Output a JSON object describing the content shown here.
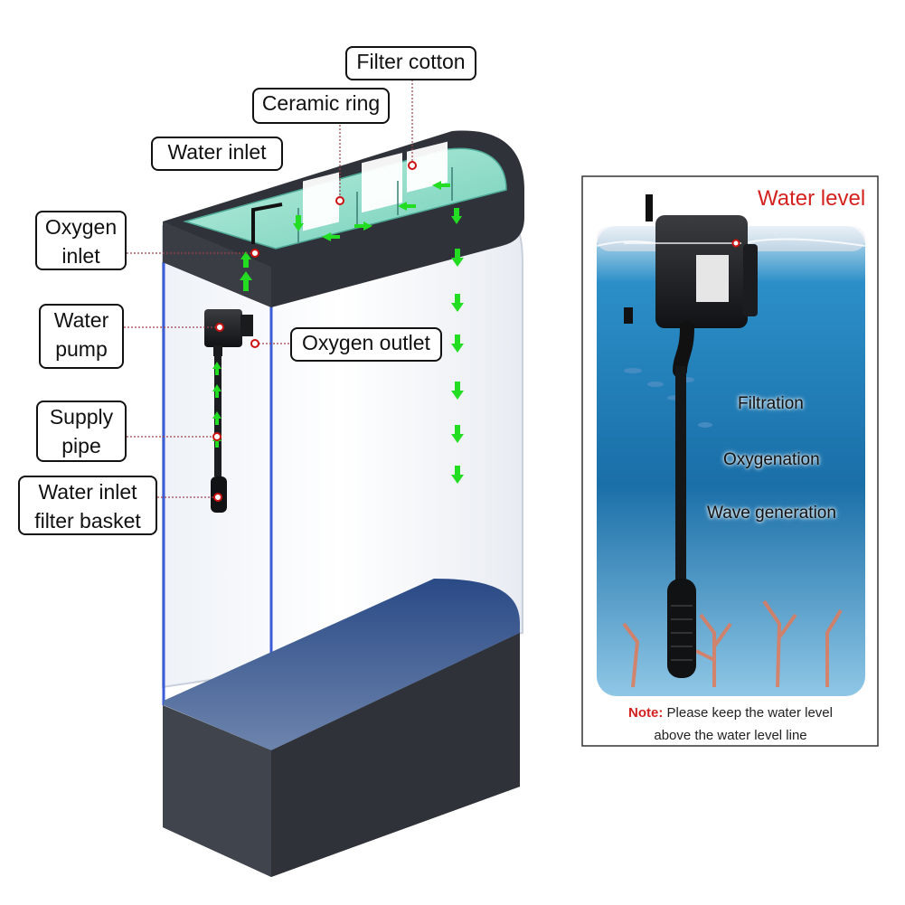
{
  "labels": {
    "filter_cotton": "Filter cotton",
    "ceramic_ring": "Ceramic ring",
    "water_inlet": "Water inlet",
    "oxygen_inlet": [
      "Oxygen",
      "inlet"
    ],
    "water_pump": [
      "Water",
      "pump"
    ],
    "oxygen_outlet": "Oxygen outlet",
    "supply_pipe": [
      "Supply",
      "pipe"
    ],
    "water_inlet_filter_basket": [
      "Water inlet",
      "filter basket"
    ]
  },
  "panel": {
    "water_level": "Water level",
    "functions": [
      "Filtration",
      "Oxygenation",
      "Wave generation"
    ],
    "note_label": "Note:",
    "note_line1": "Please keep the water level",
    "note_line2": "above the water level line"
  },
  "colors": {
    "arrow_green": "#22dd22",
    "marker_red": "#cc1111",
    "water_level_red": "#d3221f",
    "tank_dark": "#3a3d44"
  }
}
